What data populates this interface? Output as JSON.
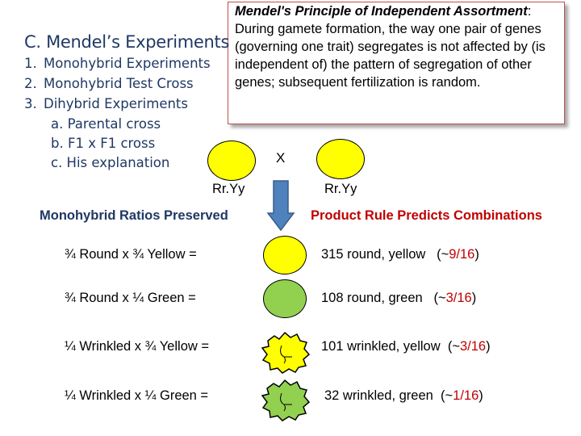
{
  "principle": {
    "title": "Mendel's Principle of Independent Assortment",
    "colon": ":",
    "text": "During gamete formation, the way one pair of genes (governing one trait) segregates is not affected by (is independent of) the pattern of segregation of other genes; subsequent fertilization is random."
  },
  "heading": "C. Mendel’s Experiments",
  "outline": [
    {
      "num": "1.",
      "label": "Monohybrid Experiments"
    },
    {
      "num": "2.",
      "label": "Monohybrid Test Cross"
    },
    {
      "num": "3.",
      "label": "Dihybrid Experiments"
    }
  ],
  "suboutline": [
    "a. Parental cross",
    "b. F1 x F1 cross",
    "c. His explanation"
  ],
  "cross": {
    "symbol": "X",
    "left_genotype": "Rr.Yy",
    "right_genotype": "Rr.Yy"
  },
  "sections": {
    "left_title": "Monohybrid Ratios Preserved",
    "right_title": "Product Rule Predicts Combinations"
  },
  "rows": [
    {
      "ratio": "¾ Round x ¾ Yellow =",
      "result": "315 round, yellow",
      "open": "(~",
      "frac": "9/16",
      "close": ")",
      "seed": "round-yellow"
    },
    {
      "ratio": "¾ Round x ¼ Green =",
      "result": "108 round, green",
      "open": "(~",
      "frac": "3/16",
      "close": ")",
      "seed": "round-green"
    },
    {
      "ratio": "¼ Wrinkled x ¾ Yellow =",
      "result": "101 wrinkled, yellow",
      "open": "(~",
      "frac": "3/16",
      "close": ")",
      "seed": "wrinkled-yellow"
    },
    {
      "ratio": "¼ Wrinkled x ¼ Green =",
      "result": "32 wrinkled, green",
      "open": "(~",
      "frac": "1/16",
      "close": ")",
      "seed": "wrinkled-green"
    }
  ],
  "colors": {
    "heading": "#1f3864",
    "principle_border": "#c0504d",
    "yellow_seed": "#ffff00",
    "green_seed": "#92d050",
    "arrow": "#4f81bd",
    "fraction": "#c00000"
  }
}
